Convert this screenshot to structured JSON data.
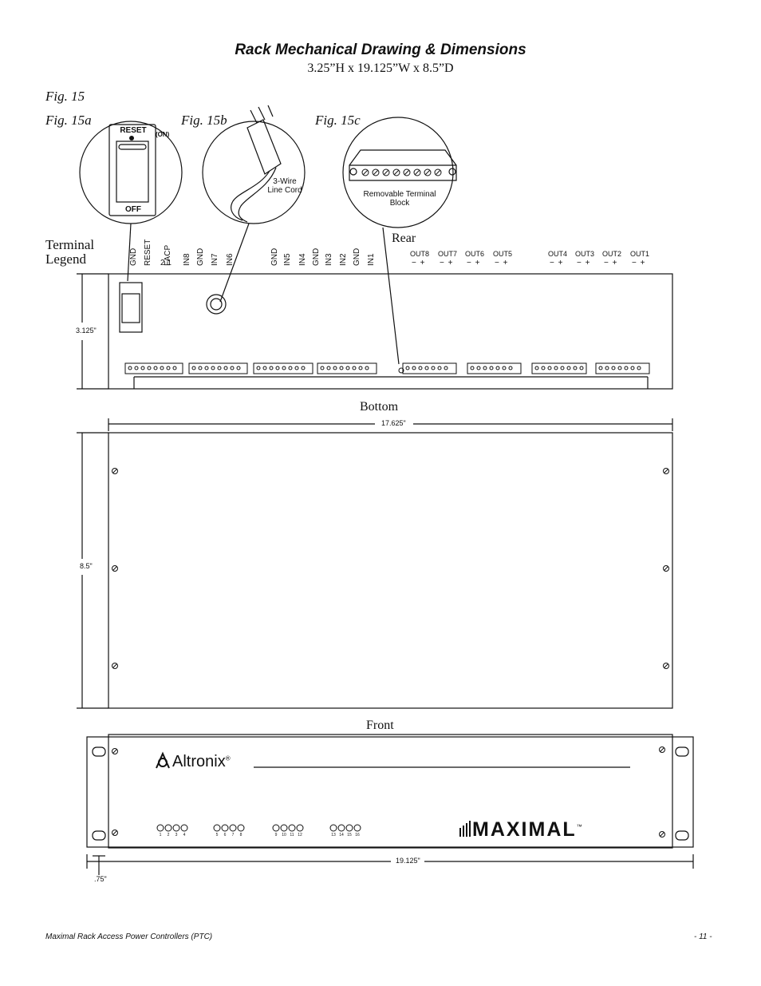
{
  "header": {
    "title": "Rack Mechanical Drawing & Dimensions",
    "subtitle": "3.25”H x 19.125”W x 8.5”D"
  },
  "figures": {
    "fig15": "Fig. 15",
    "fig15a": "Fig. 15a",
    "fig15b": "Fig. 15b",
    "fig15c": "Fig. 15c"
  },
  "callouts": {
    "reset_label": "RESET",
    "on_label": "(ON)",
    "off_label": "OFF",
    "line_cord": "3-Wire\nLine Cord",
    "terminal_block": "Removable Terminal\nBlock"
  },
  "legend": {
    "title_line1": "Terminal",
    "title_line2": "Legend",
    "inputs_a": [
      "GND",
      "RESET",
      "FACP",
      "IN8",
      "GND",
      "IN7",
      "IN6"
    ],
    "inputs_b": [
      "GND",
      "IN5",
      "IN4",
      "GND",
      "IN3",
      "IN2",
      "GND",
      "IN1"
    ],
    "facp_pins": "2  1",
    "outputs_left": [
      "OUT8",
      "OUT7",
      "OUT6",
      "OUT5"
    ],
    "outputs_right": [
      "OUT4",
      "OUT3",
      "OUT2",
      "OUT1"
    ],
    "polarity": "−  +"
  },
  "views": {
    "rear": "Rear",
    "bottom": "Bottom",
    "front": "Front"
  },
  "dimensions": {
    "rear_height": "3.125\"",
    "bottom_width": "17.625\"",
    "bottom_depth": "8.5\"",
    "front_width": "19.125\"",
    "ear_width": ".75\""
  },
  "front_panel": {
    "brand": "Altronix",
    "brand_mark": "®",
    "product": "MAXIMAL",
    "tm": "™",
    "led_groups": [
      [
        "1",
        "2",
        "3",
        "4"
      ],
      [
        "5",
        "6",
        "7",
        "8"
      ],
      [
        "9",
        "10",
        "11",
        "12"
      ],
      [
        "13",
        "14",
        "15",
        "16"
      ]
    ]
  },
  "footer": {
    "left": "Maximal Rack Access Power Controllers (PTC)",
    "right": "- 11 -"
  },
  "colors": {
    "ink": "#111111",
    "paper": "#ffffff"
  }
}
